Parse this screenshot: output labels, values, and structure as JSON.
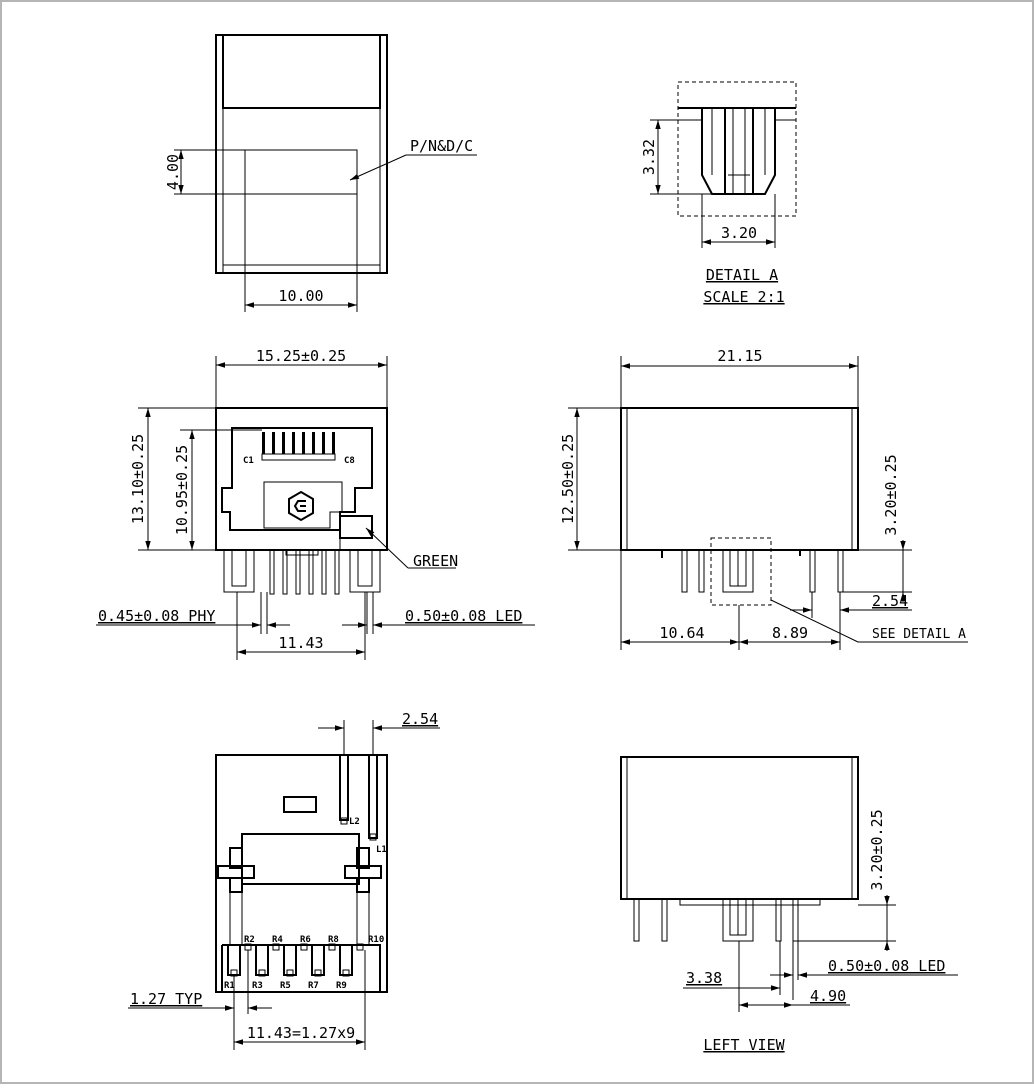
{
  "top_view": {
    "dim_height": "4.00",
    "dim_width": "10.00",
    "marking_label": "P/N&D/C"
  },
  "detail_a": {
    "dim_height": "3.32",
    "dim_width": "3.20",
    "title": "DETAIL  A",
    "scale": "SCALE  2:1"
  },
  "front_view": {
    "dim_width": "15.25±0.25",
    "dim_height": "13.10±0.25",
    "dim_inner_height": "10.95±0.25",
    "pin_label_c1": "C1",
    "pin_label_c8": "C8",
    "led_color": "GREEN",
    "dim_phy_pin": "0.45±0.08  PHY",
    "dim_led_pin": "0.50±0.08  LED",
    "dim_pitch": "11.43"
  },
  "side_view": {
    "dim_length": "21.15",
    "dim_height": "12.50±0.25",
    "dim_pin_length": "3.20±0.25",
    "dim_pin_spacing": "2.54",
    "dim_left_offset": "10.64",
    "dim_right_offset": "8.89",
    "detail_callout": "SEE  DETAIL  A"
  },
  "bottom_view": {
    "dim_led_spacing": "2.54",
    "label_l1": "L1",
    "label_l2": "L2",
    "pins_top": [
      "R2",
      "R4",
      "R6",
      "R8",
      "R10"
    ],
    "pins_bottom": [
      "R1",
      "R3",
      "R5",
      "R7",
      "R9"
    ],
    "dim_pitch": "1.27  TYP",
    "dim_total": "11.43=1.27x9"
  },
  "left_view": {
    "dim_pin_length": "3.20±0.25",
    "dim_led_pin": "0.50±0.08  LED",
    "dim_offset_a": "3.38",
    "dim_offset_b": "4.90",
    "title": "LEFT  VIEW"
  }
}
